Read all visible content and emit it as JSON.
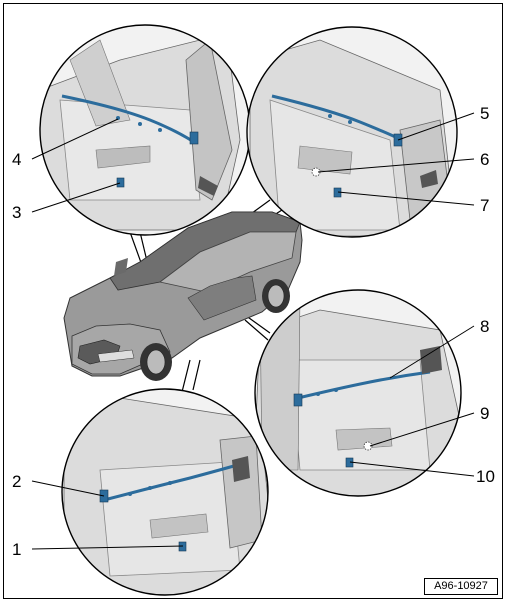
{
  "figure": {
    "reference_code": "A96-10927",
    "callouts": [
      "1",
      "2",
      "3",
      "4",
      "5",
      "6",
      "7",
      "8",
      "9",
      "10"
    ]
  },
  "colors": {
    "line": "#000000",
    "panel_light": "#e6e6e6",
    "panel_mid": "#bdbdbd",
    "car_body": "#8c8c8c",
    "highlight_blue": "#2c6c9c"
  }
}
